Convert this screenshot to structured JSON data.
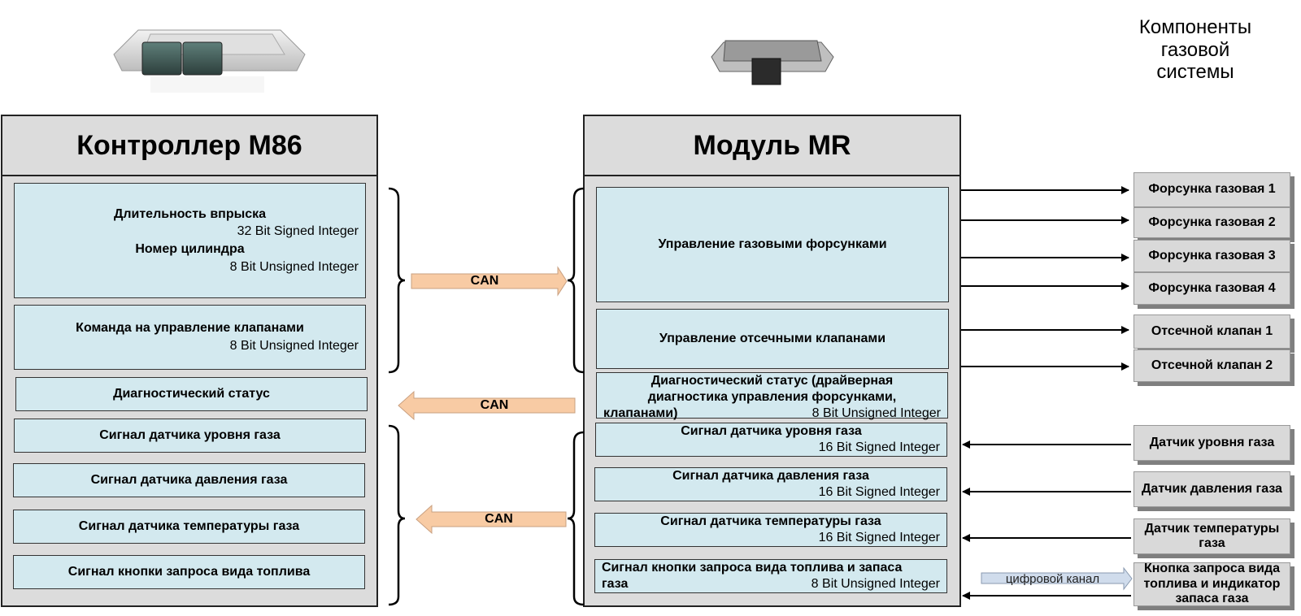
{
  "heading": {
    "line1": "Компоненты",
    "line2": "газовой",
    "line3": "системы"
  },
  "controller": {
    "title": "Контроллер M86",
    "image": "ecu-controller-image",
    "cells": [
      {
        "lines": [
          {
            "title": "Длительность впрыска",
            "type": "32 Bit Signed Integer"
          },
          {
            "title": "Номер цилиндра",
            "type": "8 Bit Unsigned Integer"
          }
        ]
      },
      {
        "lines": [
          {
            "title": "Команда на управление клапанами",
            "type": "8 Bit Unsigned Integer"
          }
        ]
      },
      {
        "lines": [
          {
            "title": "Диагностический статус"
          }
        ]
      },
      {
        "lines": [
          {
            "title": "Сигнал датчика уровня газа"
          }
        ]
      },
      {
        "lines": [
          {
            "title": "Сигнал датчика давления газа"
          }
        ]
      },
      {
        "lines": [
          {
            "title": "Сигнал датчика температуры газа"
          }
        ]
      },
      {
        "lines": [
          {
            "title": "Сигнал кнопки запроса вида топлива"
          }
        ]
      }
    ]
  },
  "module": {
    "title": "Модуль MR",
    "image": "mr-module-image",
    "cells": [
      {
        "title": "Управление газовыми форсунками"
      },
      {
        "title": "Управление отсечными клапанами"
      },
      {
        "title": "Диагностический статус (драйверная диагностика управления форсунками,",
        "title_last": "клапанами)",
        "type": "8 Bit Unsigned Integer"
      },
      {
        "title": "Сигнал датчика уровня газа",
        "type": "16 Bit Signed Integer"
      },
      {
        "title": "Сигнал датчика давления газа",
        "type": "16 Bit Signed Integer"
      },
      {
        "title": "Сигнал датчика температуры газа",
        "type": "16 Bit Signed Integer"
      },
      {
        "title": "Сигнал кнопки запроса вида топлива и запаса",
        "title_last": "газа",
        "type": "8 Bit Unsigned Integer"
      }
    ]
  },
  "buses": [
    {
      "label": "CAN",
      "direction": "to-module"
    },
    {
      "label": "CAN",
      "direction": "to-controller"
    },
    {
      "label": "CAN",
      "direction": "to-controller"
    }
  ],
  "digital_channel": {
    "label": "цифровой канал"
  },
  "components": {
    "outputs": [
      "Форсунка газовая 1",
      "Форсунка газовая 2",
      "Форсунка газовая 3",
      "Форсунка газовая 4",
      "Отсечной клапан 1",
      "Отсечной клапан 2"
    ],
    "inputs": [
      "Датчик уровня газа",
      "Датчик давления газа",
      "Датчик температуры газа",
      "Кнопка запроса вида топлива и индикатор запаса газа"
    ]
  },
  "colors": {
    "cell_fill": "#d3e9ef",
    "panel_fill": "#dcdcdc",
    "can_arrow": "#f8cba4",
    "digital_arrow": "#d0dcec",
    "component_fill": "#d9d9d9"
  }
}
